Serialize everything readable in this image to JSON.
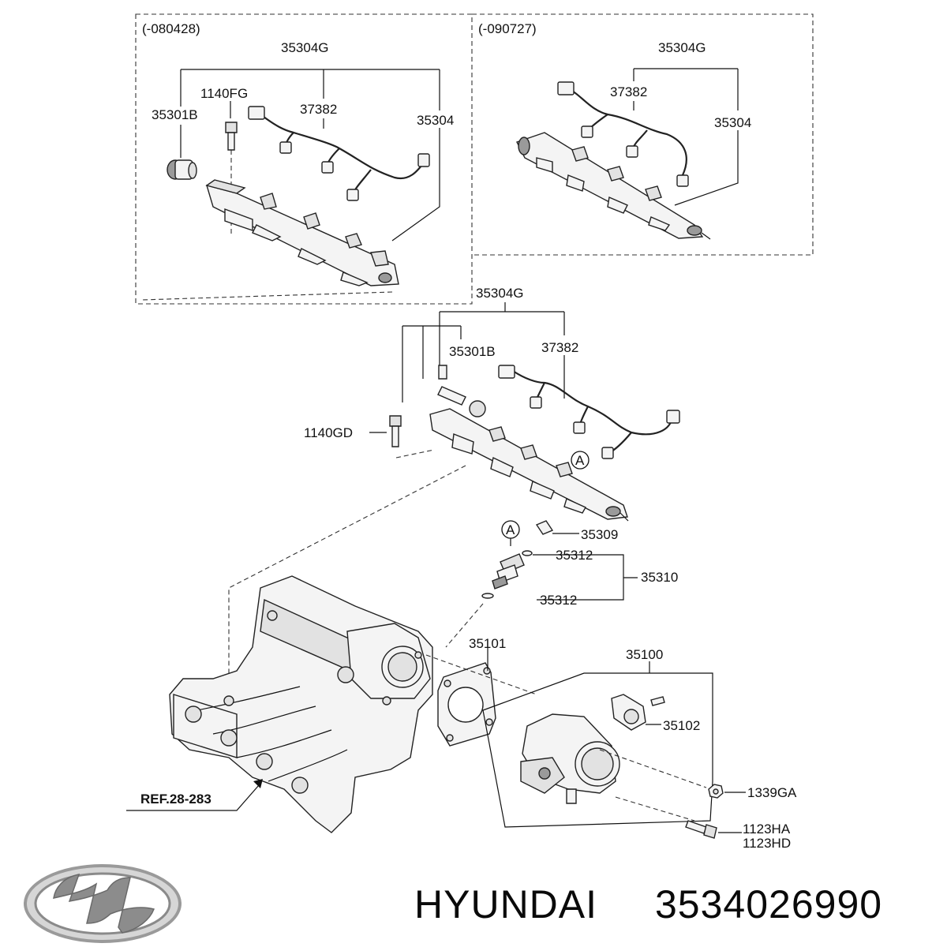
{
  "boxes": {
    "left_range": "(-080428)",
    "right_range": "(-090727)"
  },
  "labels": {
    "l_35304g": "35304G",
    "l_1140fg": "1140FG",
    "l_35301b": "35301B",
    "l_37382": "37382",
    "l_35304": "35304",
    "r_35304g": "35304G",
    "r_37382": "37382",
    "r_35304": "35304",
    "m_35304g": "35304G",
    "m_35301b": "35301B",
    "m_37382": "37382",
    "m_1140gd": "1140GD",
    "m_a1": "A",
    "m_a2": "A",
    "m_35309": "35309",
    "m_35312a": "35312",
    "m_35310": "35310",
    "m_35312b": "35312",
    "m_35101": "35101",
    "m_35100": "35100",
    "m_35102": "35102",
    "m_1339ga": "1339GA",
    "m_1123ha": "1123HA",
    "m_1123hd": "1123HD",
    "ref": "REF.28-283"
  },
  "brand": {
    "name": "HYUNDAI",
    "part_number": "3534026990",
    "logo_icon": "hyundai-logo-icon"
  }
}
